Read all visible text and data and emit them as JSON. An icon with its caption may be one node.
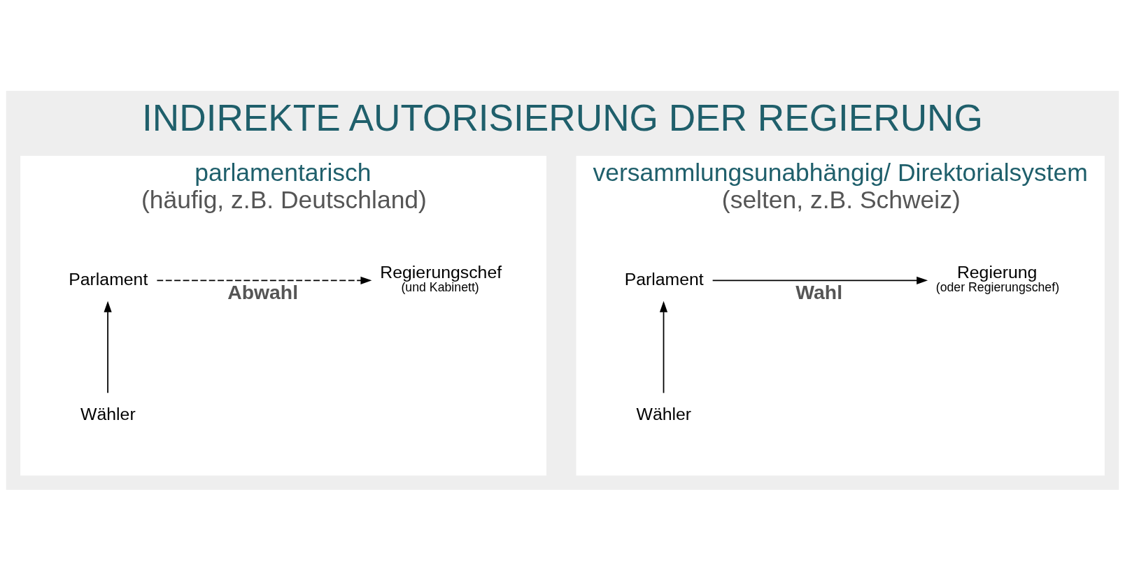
{
  "diagram": {
    "title": "INDIREKTE AUTORISIERUNG DER REGIERUNG",
    "nodes": [
      {
        "text": [
          "parlamentarisch",
          "(häufig, z.B. Deutschland)"
        ]
      },
      {
        "text": [
          "Regierungschef",
          "(und Kabinett)"
        ],
        "in": 0
      },
      {
        "text": [
          "Parlament"
        ],
        "in": 0
      },
      {
        "text": [
          "Wähler"
        ],
        "in": 0
      },
      {
        "text": [
          "versammlungsunabhängig/ Direktorialsystem",
          "(selten, z.B. Schweiz)"
        ]
      },
      {
        "text": [
          "Regierung",
          "(oder Regierungschef)"
        ],
        "in": 4
      },
      {
        "text": [
          "Parlament"
        ],
        "in": 4
      },
      {
        "text": [
          "Wähler"
        ],
        "in": 4
      }
    ],
    "edges": [
      {
        "from": 2,
        "to": 1,
        "arrow": "to",
        "label": "Abwahl",
        "style": "dashed"
      },
      {
        "from": 3,
        "to": 2,
        "arrow": "to"
      },
      {
        "from": 6,
        "to": 5,
        "arrow": "to",
        "label": "Wahl"
      },
      {
        "from": 7,
        "to": 6,
        "arrow": "to"
      }
    ]
  }
}
